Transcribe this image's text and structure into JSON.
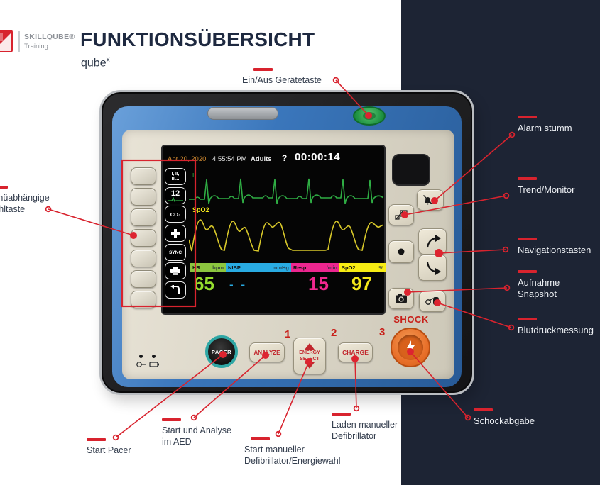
{
  "header": {
    "brand": "SKILLQUBE®",
    "training": "Training",
    "title": "FUNKTIONSÜBERSICHT",
    "product": "qube",
    "product_sup": "x"
  },
  "monitor": {
    "date": "Apr 20, 2020",
    "time": "4:55:54 PM",
    "mode": "Adults",
    "help": "?",
    "timer": "00:00:14",
    "lead": "II",
    "spo2_label": "SpO2",
    "softkeys": {
      "leads_line1": "I, II,",
      "leads_line2": "III...",
      "twelve": "12",
      "co2": "CO₂",
      "sync": "SYNC"
    },
    "vitals": [
      {
        "label": "HR",
        "unit": "bpm",
        "value": "65",
        "color": "#8cc63f"
      },
      {
        "label": "NIBP",
        "unit": "mmHg",
        "value": "- -",
        "color": "#29abe2"
      },
      {
        "label": "Resp",
        "unit": "/min",
        "value": "15",
        "color": "#ec268f"
      },
      {
        "label": "SpO2",
        "unit": "%",
        "value": "97",
        "color": "#f7ec13"
      }
    ]
  },
  "device": {
    "pacer": "PACER",
    "analyze": "ANALYZE",
    "energy_line1": "ENERGY",
    "energy_line2": "SELECT",
    "charge": "CHARGE",
    "shock": "SHOCK",
    "step1": "1",
    "step2": "2",
    "step3": "3"
  },
  "callouts": {
    "power": "Ein/Aus Gerätetaste",
    "softkeys_line1": "Menüabhängige",
    "softkeys_line2": "Wahltaste",
    "alarm": "Alarm stumm",
    "trend": "Trend/Monitor",
    "nav": "Navigationstasten",
    "snapshot_line1": "Aufnahme",
    "snapshot_line2": "Snapshot",
    "nibp": "Blutdruckmessung",
    "shock": "Schockabgabe",
    "charge_line1": "Laden manueller",
    "charge_line2": "Defibrillator",
    "energy_line1": "Start manueller",
    "energy_line2": "Defibrillator/Energiewahl",
    "analyze_line1": "Start und Analyse",
    "analyze_line2": "im AED",
    "pacer": "Start Pacer"
  },
  "colors": {
    "accent_red": "#d8232e",
    "band_navy": "#1d2434",
    "hr_green": "#8cc63f",
    "nibp_cyan": "#29abe2",
    "resp_magenta": "#ec268f",
    "spo2_yellow": "#f7ec13",
    "ecg_green": "#2fae44",
    "pleth_yellow": "#d8c82a",
    "power_green": "#2faa4e",
    "shock_orange": "#e8702a",
    "pacer_teal": "#2fa7a5"
  }
}
